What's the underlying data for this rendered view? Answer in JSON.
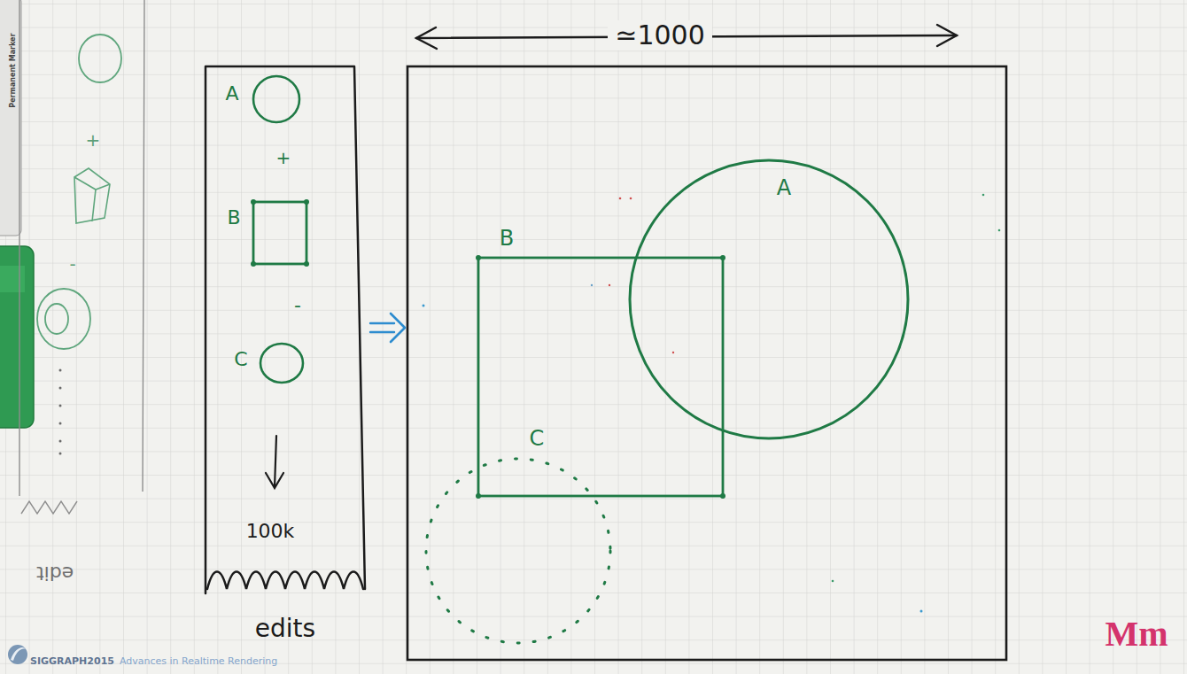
{
  "diagram": {
    "nodes": [
      {
        "text": [
          "+",
          "-",
          "edit"
        ]
      },
      {
        "text": [
          "+",
          "-",
          "100k",
          "edits"
        ]
      },
      {
        "text": [
          "A"
        ],
        "in": 1
      },
      {
        "text": [
          "B"
        ],
        "in": 1
      },
      {
        "text": [
          "C"
        ],
        "in": 1
      },
      {
        "text": [
          "≃1000"
        ]
      },
      {
        "text": [
          "A"
        ],
        "in": 5
      },
      {
        "text": [
          "B"
        ],
        "in": 5
      },
      {
        "text": [
          "C"
        ],
        "in": 5
      }
    ],
    "edges": [
      {
        "from": 1,
        "to": 5,
        "arrow": "to"
      }
    ],
    "labels": [
      "Permanent Marker",
      "SIGGRAPH2015",
      "Advances in Realtime Rendering",
      "Mm"
    ]
  }
}
